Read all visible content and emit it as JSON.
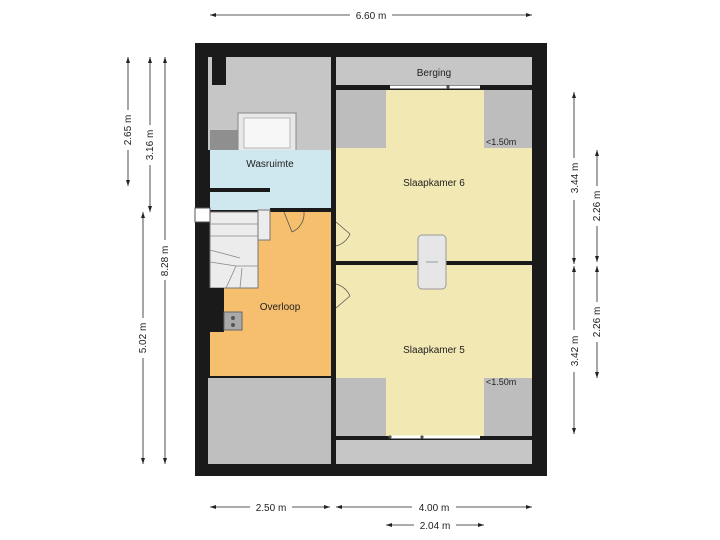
{
  "rooms": {
    "berging": "Berging",
    "wasruimte": "Wasruimte",
    "slaapkamer6": "Slaapkamer 6",
    "overloop": "Overloop",
    "slaapkamer5": "Slaapkamer 5"
  },
  "notes": {
    "low_ceiling_top": "<1.50m",
    "low_ceiling_bottom": "<1.50m"
  },
  "dimensions": {
    "total_width": "6.60 m",
    "left_265": "2.65 m",
    "left_316": "3.16 m",
    "left_828": "8.28 m",
    "left_502": "5.02 m",
    "right_344": "3.44 m",
    "right_226_top": "2.26 m",
    "right_342": "3.42 m",
    "right_226_bottom": "2.26 m",
    "bottom_250": "2.50 m",
    "bottom_400": "4.00 m",
    "bottom_204": "2.04 m"
  },
  "colors": {
    "wall": "#1a1a1a",
    "bedroom": "#f2e8b4",
    "hallway": "#f6bf6e",
    "wash": "#cfe7ee",
    "low_zone": "#bdbdbd",
    "grey_area": "#c6c6c6"
  }
}
